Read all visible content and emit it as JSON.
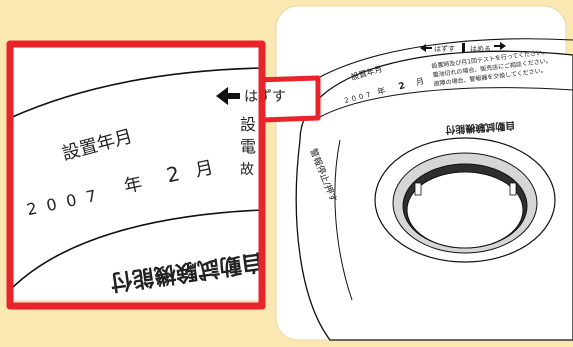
{
  "colors": {
    "background": "#fbe7b2",
    "card": "#ffffff",
    "highlight_frame": "#e8232a",
    "ink": "#222222"
  },
  "zoom_panel": {
    "install_label": "設置年月",
    "year": "2007",
    "year_unit": "年",
    "month": "2",
    "month_unit": "月",
    "remove_text": "はずす",
    "right_col_1": "設",
    "right_col_2": "電",
    "right_col_3": "故",
    "band_text": "自動試験機能付"
  },
  "detector": {
    "arrow_remove": "はずす",
    "arrow_attach": "はめる",
    "install_label": "設置年月",
    "year": "2007",
    "year_unit": "年",
    "month": "2",
    "month_unit": "月",
    "note_lines": [
      "設置時及び月1回テストを行ってください。",
      "電池切れの場合、販売店にご相談ください。",
      "故障の場合、警報器を交換してください。"
    ],
    "band_text": "自動試験機能付",
    "side_text": "警報停止/押す"
  }
}
